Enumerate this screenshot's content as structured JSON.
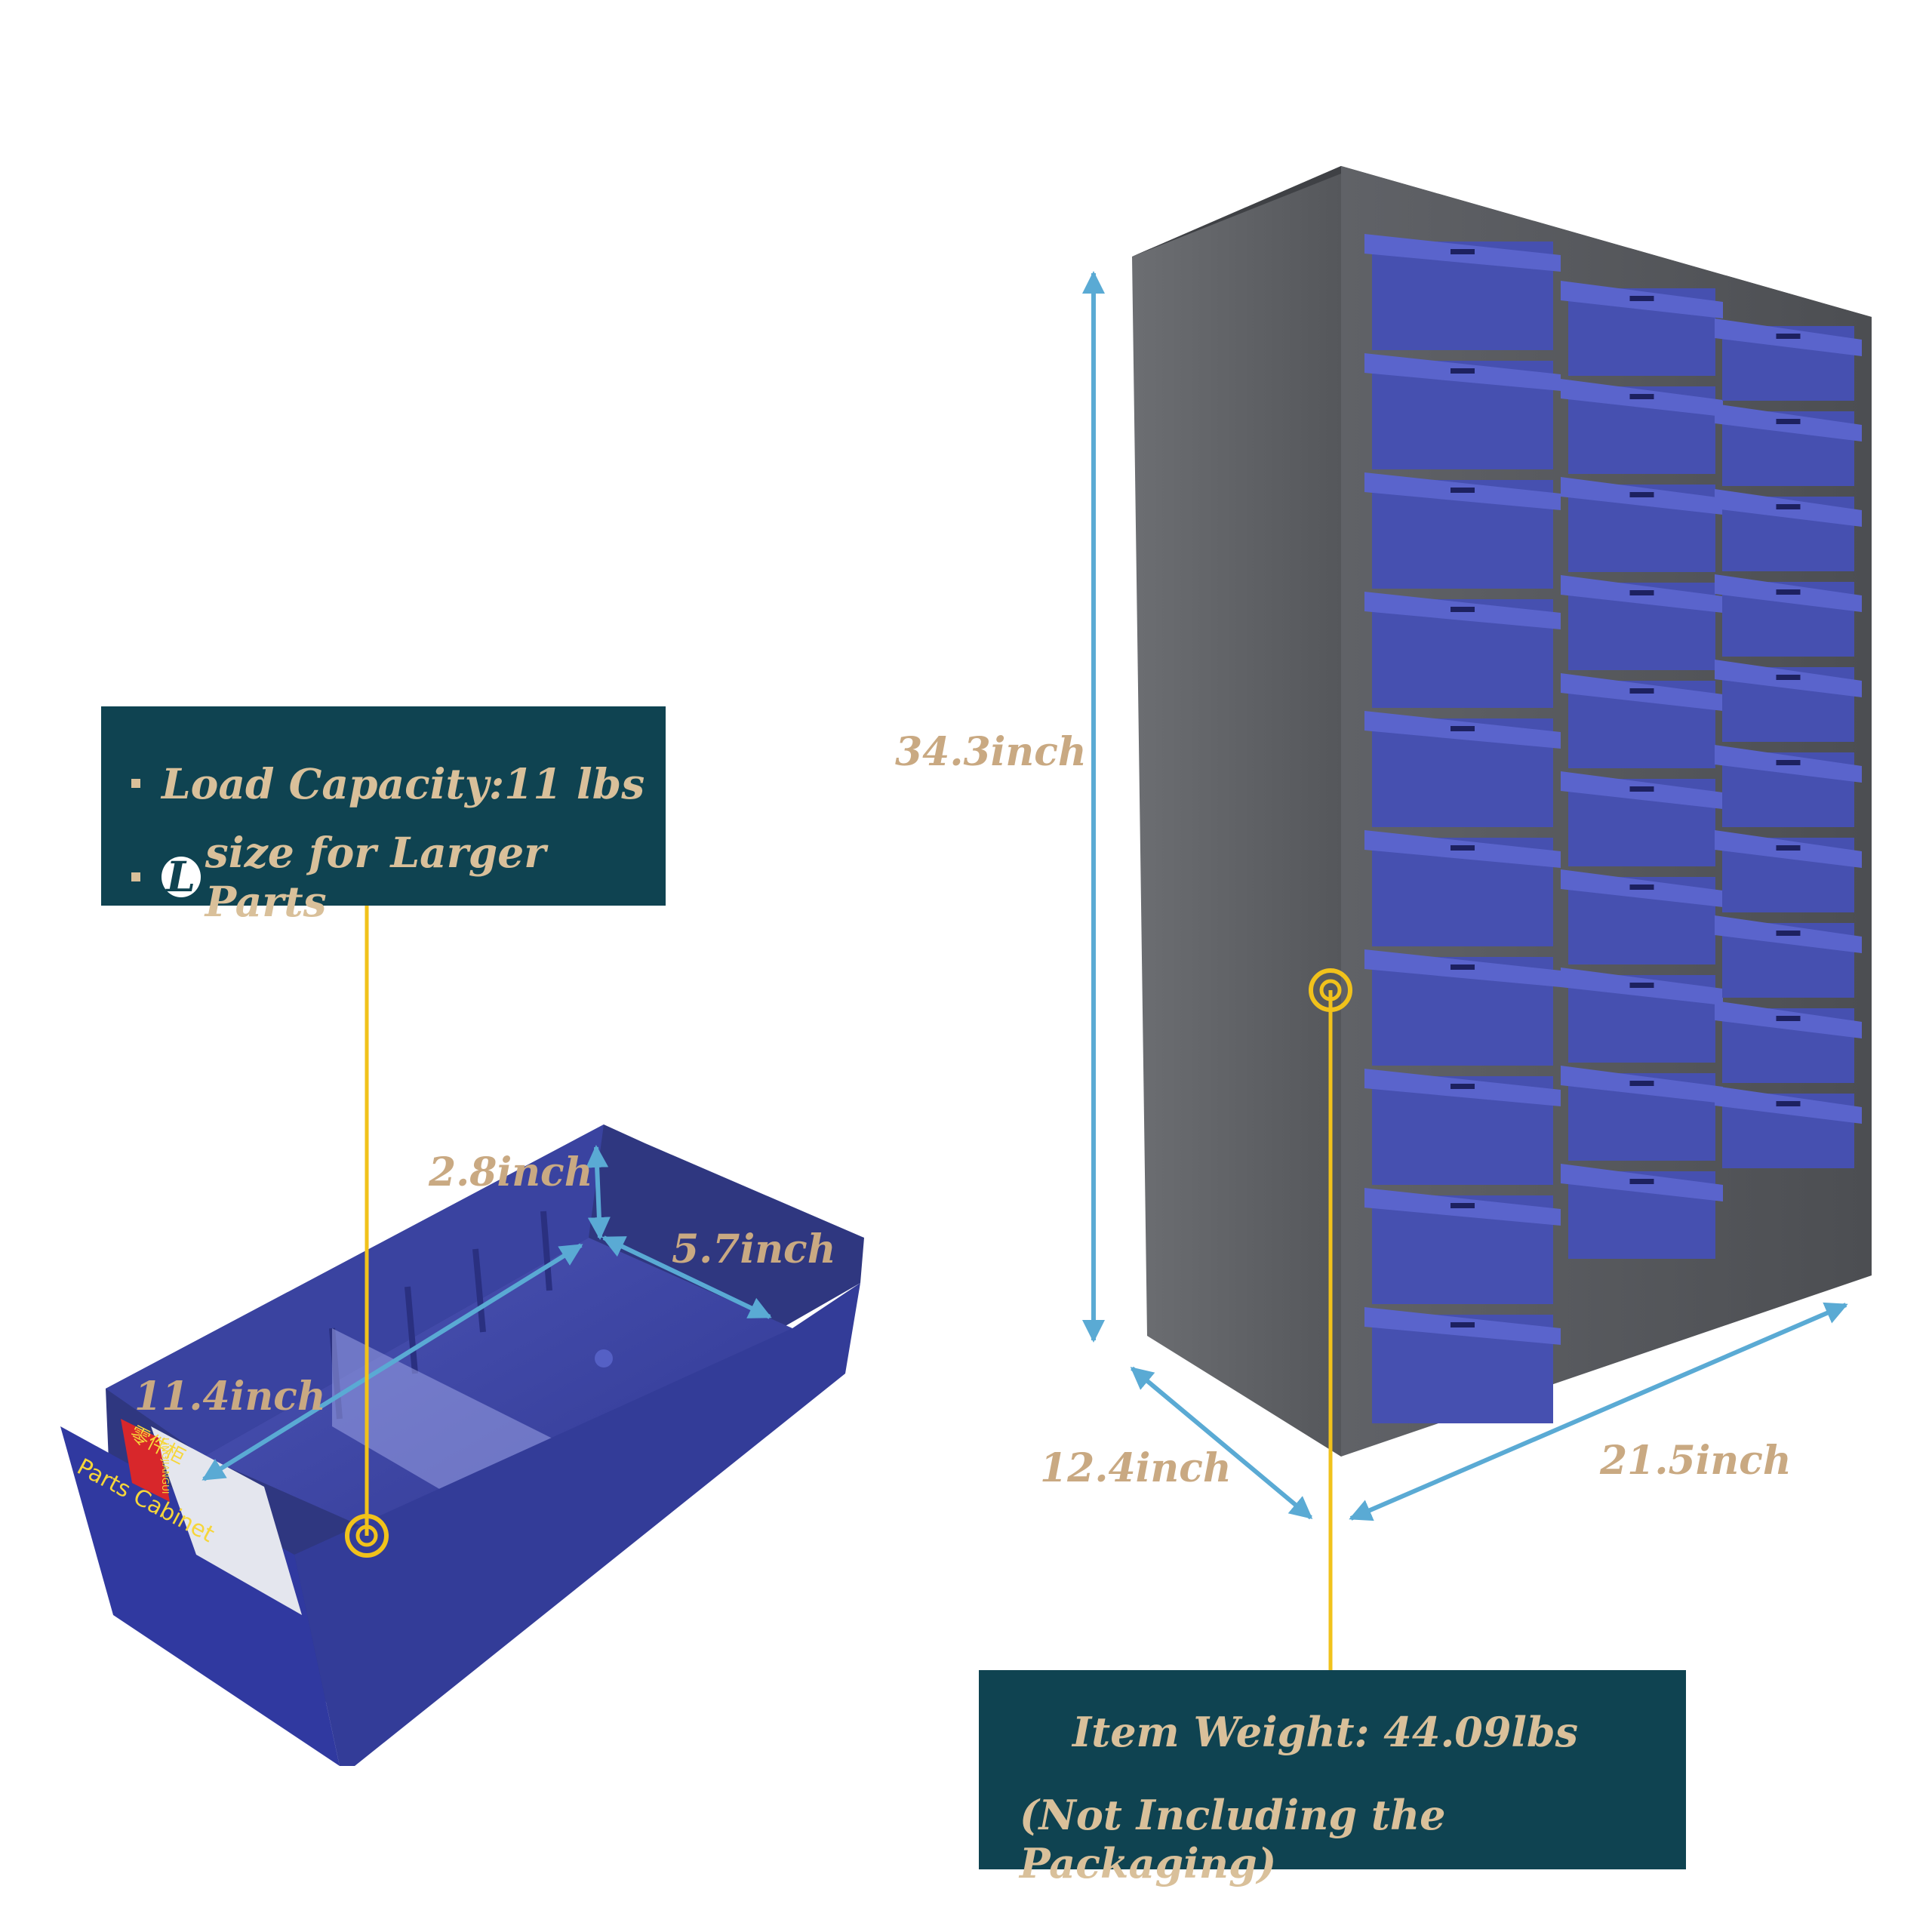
{
  "callout_left": {
    "line1": "Load Capacity:11 lbs",
    "line2_letter": "L",
    "line2_rest": "size for Larger Parts"
  },
  "callout_right": {
    "line1": "Item Weight: 44.09lbs",
    "line2": "(Not Including the Packaging)"
  },
  "dimensions": {
    "cabinet_height": "34.3inch",
    "cabinet_depth": "12.4inch",
    "cabinet_width": "21.5inch",
    "drawer_height": "2.8inch",
    "drawer_width": "5.7inch",
    "drawer_length": "11.4inch"
  },
  "drawer_label": {
    "chinese": "零件柜",
    "pinyin": "LINGJIANGUI",
    "english": "Parts Cabinet"
  },
  "colors": {
    "panel": "#0f4351",
    "panel_text": "#d9c09a",
    "dimension_text": "#c9a982",
    "arrow": "#5aaad4",
    "leader": "#f1c21b",
    "cabinet_body": "#5a5c60",
    "drawer_blue": "#3f49a8"
  }
}
